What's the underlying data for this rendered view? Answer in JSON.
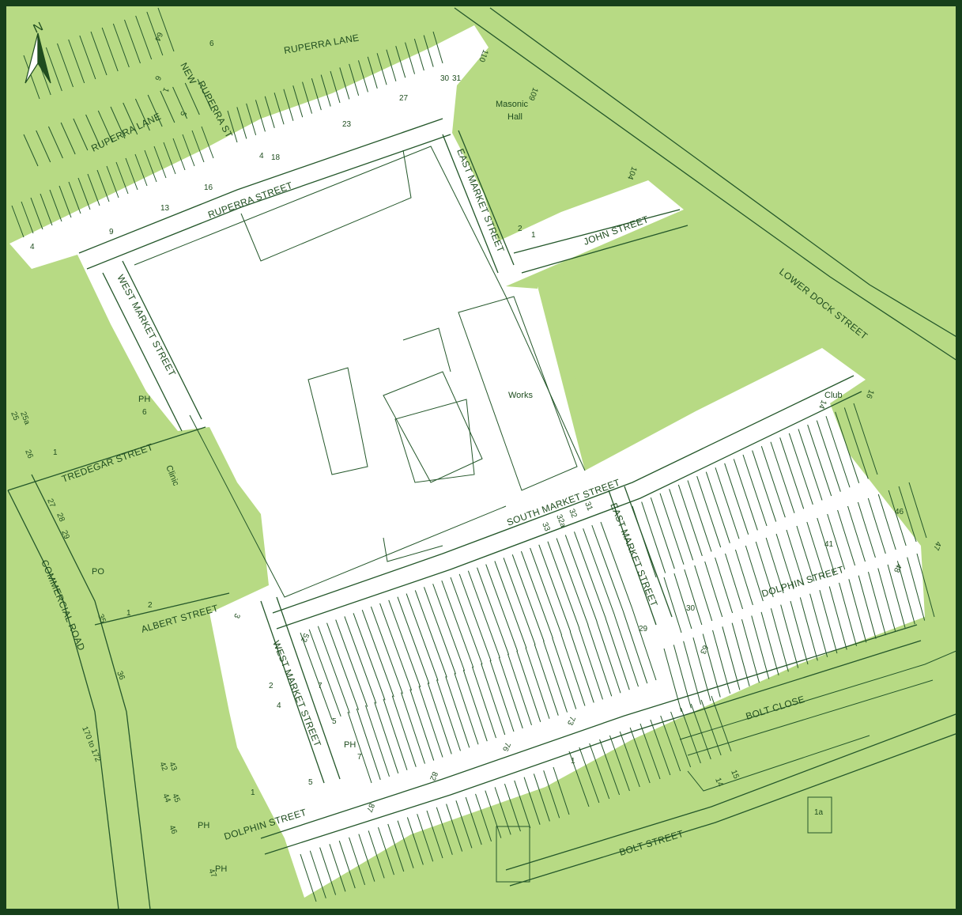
{
  "colors": {
    "land": "#b7da84",
    "area": "#ffffff",
    "line": "#24572a",
    "frame": "#163f1a"
  },
  "compass": {
    "label": "N",
    "icon": "north-arrow-icon"
  },
  "streets": {
    "ruperra_lane_top": "RUPERRA LANE",
    "ruperra_lane_left": "RUPERRA LANE",
    "new": "NEW",
    "ruperra_st": "RUPERRA ST",
    "ruperra_street": "RUPERRA STREET",
    "east_market_street_top": "EAST MARKET STREET",
    "john_street": "JOHN STREET",
    "lower_dock_street": "LOWER DOCK STREET",
    "west_market_street_top": "WEST MARKET STREET",
    "tredegar_street": "TREDEGAR STREET",
    "south_market_street": "SOUTH MARKET STREET",
    "east_market_street_mid": "EAST MARKET STREET",
    "dolphin_street_right": "DOLPHIN STREET",
    "commercial_road": "COMMERCIAL ROAD",
    "albert_street": "ALBERT STREET",
    "west_market_street_bottom": "WEST MARKET STREET",
    "bolt_close": "BOLT CLOSE",
    "dolphin_street_left": "DOLPHIN STREET",
    "bolt_street": "BOLT STREET"
  },
  "places": {
    "masonic": "Masonic",
    "hall": "Hall",
    "works": "Works",
    "club": "Club",
    "ph_west": "PH",
    "clinic": "Clinic",
    "po": "PO",
    "ph_mid": "PH",
    "ph_bottom": "PH",
    "ph_lower": "PH"
  },
  "numbers": {
    "n64": "64",
    "n6a": "6",
    "n110": "110",
    "n30": "30",
    "n31": "31",
    "n27": "27",
    "n109": "109",
    "n23": "23",
    "n18": "18",
    "n4a": "4",
    "n16": "16",
    "n13": "13",
    "n9": "9",
    "n4": "4",
    "n6b": "6",
    "n1a": "1",
    "n5a": "5",
    "n104": "104",
    "n2": "2",
    "n1b": "1",
    "n6ph": "6",
    "n25": "25",
    "n25a": "25a",
    "n26": "26",
    "n1c": "1",
    "n27b": "27",
    "n28": "28",
    "n29": "29",
    "n1d": "1",
    "n2b": "2",
    "n35": "35",
    "n33": "33",
    "n32a": "32a",
    "n32": "32",
    "n31b": "31",
    "n16b": "16",
    "n14": "14",
    "n46": "46",
    "n41": "41",
    "n47": "47",
    "n48": "48",
    "n30b": "30",
    "n29b": "29",
    "n63": "63",
    "n3": "3",
    "n52": "52",
    "n7": "7",
    "n2c": "2",
    "n4b": "4",
    "n5b": "5",
    "n7ph": "7",
    "n1e": "1",
    "n5c": "5",
    "n36": "36",
    "n170to172": "170 to 172",
    "n42": "42",
    "n43": "43",
    "n44": "44",
    "n45": "45",
    "n46b": "46",
    "n47b": "47",
    "n73": "73",
    "n76": "76",
    "n82": "82",
    "n87": "87",
    "n15": "15",
    "n14b": "14",
    "n1a_box": "1a",
    "n1f": "1"
  }
}
